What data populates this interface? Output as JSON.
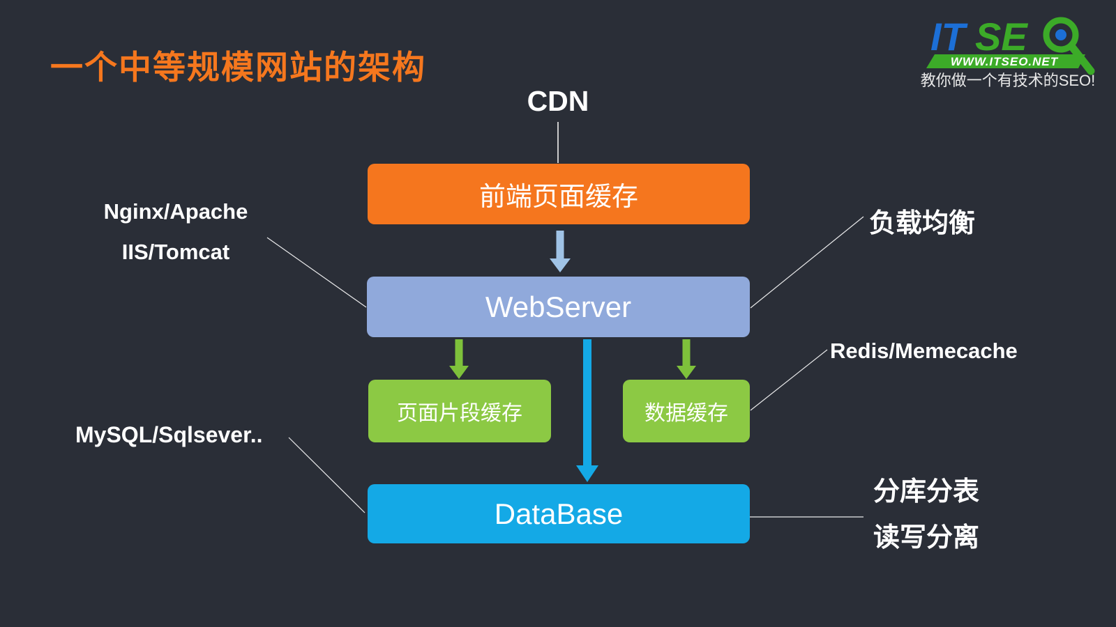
{
  "title": {
    "text": "一个中等规模网站的架构",
    "color": "#f5771e"
  },
  "logo": {
    "wordmark_it": "IT",
    "wordmark_se": "SE",
    "site": "WWW.ITSEO.NET",
    "tagline": "教你做一个有技术的SEO!",
    "blue": "#1c6fd6",
    "green": "#3cab28"
  },
  "nodes": {
    "cdn": {
      "label": "CDN"
    },
    "front_cache": {
      "label": "前端页面缓存",
      "color": "#f5761e"
    },
    "web_server": {
      "label": "WebServer",
      "color": "#90a9db"
    },
    "page_fragment_cache": {
      "label": "页面片段缓存",
      "color": "#8cc944"
    },
    "data_cache": {
      "label": "数据缓存",
      "color": "#8cc944"
    },
    "database": {
      "label": "DataBase",
      "color": "#14a9e6"
    }
  },
  "annotations": {
    "web_left_line1": "Nginx/Apache",
    "web_left_line2": "IIS/Tomcat",
    "web_right": "负载均衡",
    "cache_right": "Redis/Memecache",
    "db_left": "MySQL/Sqlsever..",
    "db_right_line1": "分库分表",
    "db_right_line2": "读写分离"
  },
  "colors": {
    "background": "#2a2e37",
    "connector_line": "#ffffff",
    "arrow_lightblue": "#a0c3e6",
    "arrow_green": "#7ec13b",
    "arrow_blue": "#14a9e6"
  }
}
